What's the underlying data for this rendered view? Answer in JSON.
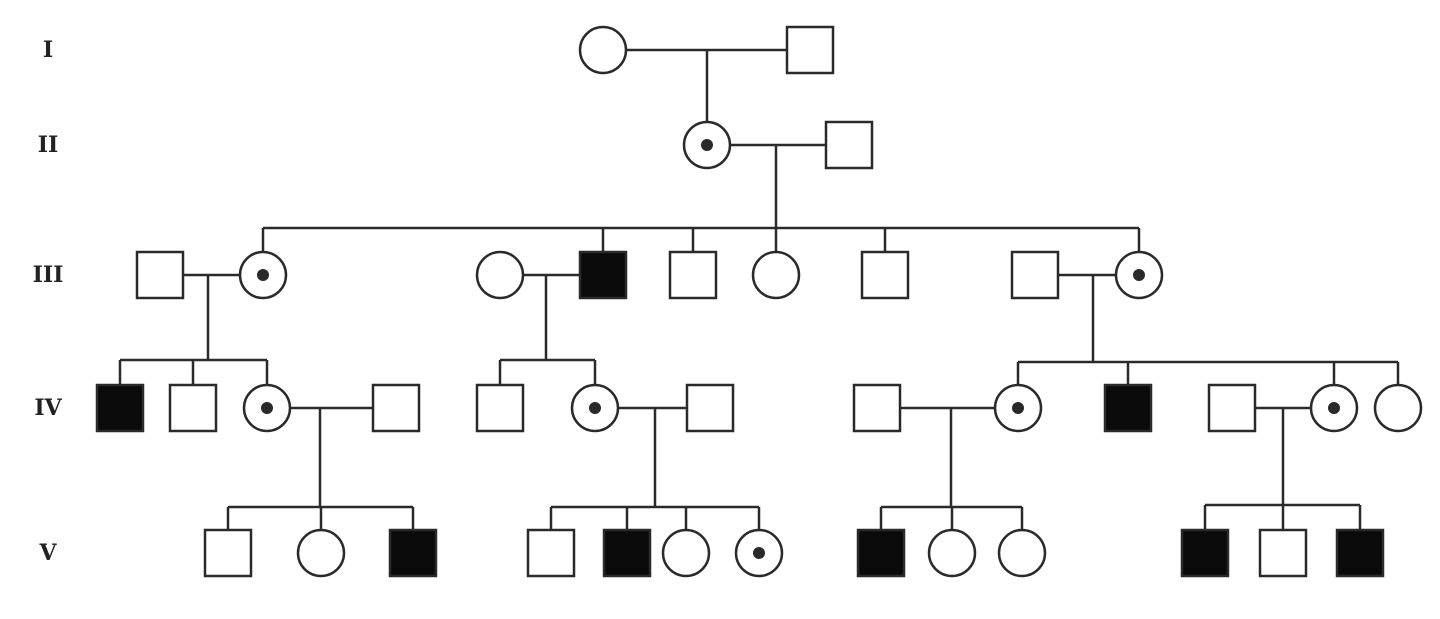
{
  "generations": [
    {
      "label": "I"
    },
    {
      "label": "II"
    },
    {
      "label": "III"
    },
    {
      "label": "IV"
    },
    {
      "label": "V"
    }
  ],
  "legend_meaning": {
    "square": "male",
    "circle": "female",
    "filled": "affected",
    "dotted": "carrier"
  },
  "individuals": [
    {
      "id": "I-1",
      "sex": "female",
      "status": "unaffected"
    },
    {
      "id": "I-2",
      "sex": "male",
      "status": "unaffected"
    },
    {
      "id": "II-1",
      "sex": "female",
      "status": "carrier"
    },
    {
      "id": "II-2",
      "sex": "male",
      "status": "unaffected"
    },
    {
      "id": "III-1",
      "sex": "male",
      "status": "unaffected"
    },
    {
      "id": "III-2",
      "sex": "female",
      "status": "carrier"
    },
    {
      "id": "III-3",
      "sex": "female",
      "status": "unaffected"
    },
    {
      "id": "III-4",
      "sex": "male",
      "status": "affected"
    },
    {
      "id": "III-5",
      "sex": "male",
      "status": "unaffected"
    },
    {
      "id": "III-6",
      "sex": "female",
      "status": "unaffected"
    },
    {
      "id": "III-7",
      "sex": "male",
      "status": "unaffected"
    },
    {
      "id": "III-8",
      "sex": "male",
      "status": "unaffected"
    },
    {
      "id": "III-9",
      "sex": "female",
      "status": "carrier"
    },
    {
      "id": "IV-1",
      "sex": "male",
      "status": "affected"
    },
    {
      "id": "IV-2",
      "sex": "male",
      "status": "unaffected"
    },
    {
      "id": "IV-3",
      "sex": "female",
      "status": "carrier"
    },
    {
      "id": "IV-4",
      "sex": "male",
      "status": "unaffected"
    },
    {
      "id": "IV-5",
      "sex": "male",
      "status": "unaffected"
    },
    {
      "id": "IV-6",
      "sex": "female",
      "status": "carrier"
    },
    {
      "id": "IV-7",
      "sex": "male",
      "status": "unaffected"
    },
    {
      "id": "IV-8",
      "sex": "male",
      "status": "unaffected"
    },
    {
      "id": "IV-9",
      "sex": "female",
      "status": "carrier"
    },
    {
      "id": "IV-10",
      "sex": "male",
      "status": "affected"
    },
    {
      "id": "IV-11",
      "sex": "male",
      "status": "unaffected"
    },
    {
      "id": "IV-12",
      "sex": "female",
      "status": "carrier"
    },
    {
      "id": "IV-13",
      "sex": "female",
      "status": "unaffected"
    },
    {
      "id": "V-1",
      "sex": "male",
      "status": "unaffected"
    },
    {
      "id": "V-2",
      "sex": "female",
      "status": "unaffected"
    },
    {
      "id": "V-3",
      "sex": "male",
      "status": "affected"
    },
    {
      "id": "V-4",
      "sex": "male",
      "status": "unaffected"
    },
    {
      "id": "V-5",
      "sex": "male",
      "status": "affected"
    },
    {
      "id": "V-6",
      "sex": "female",
      "status": "unaffected"
    },
    {
      "id": "V-7",
      "sex": "female",
      "status": "carrier"
    },
    {
      "id": "V-8",
      "sex": "male",
      "status": "affected"
    },
    {
      "id": "V-9",
      "sex": "female",
      "status": "unaffected"
    },
    {
      "id": "V-10",
      "sex": "female",
      "status": "unaffected"
    },
    {
      "id": "V-11",
      "sex": "male",
      "status": "affected"
    },
    {
      "id": "V-12",
      "sex": "male",
      "status": "unaffected"
    },
    {
      "id": "V-13",
      "sex": "male",
      "status": "affected"
    }
  ],
  "colors": {
    "line": "#2a2a2a",
    "fill_affected": "#0a0a0a",
    "background": "#ffffff"
  }
}
